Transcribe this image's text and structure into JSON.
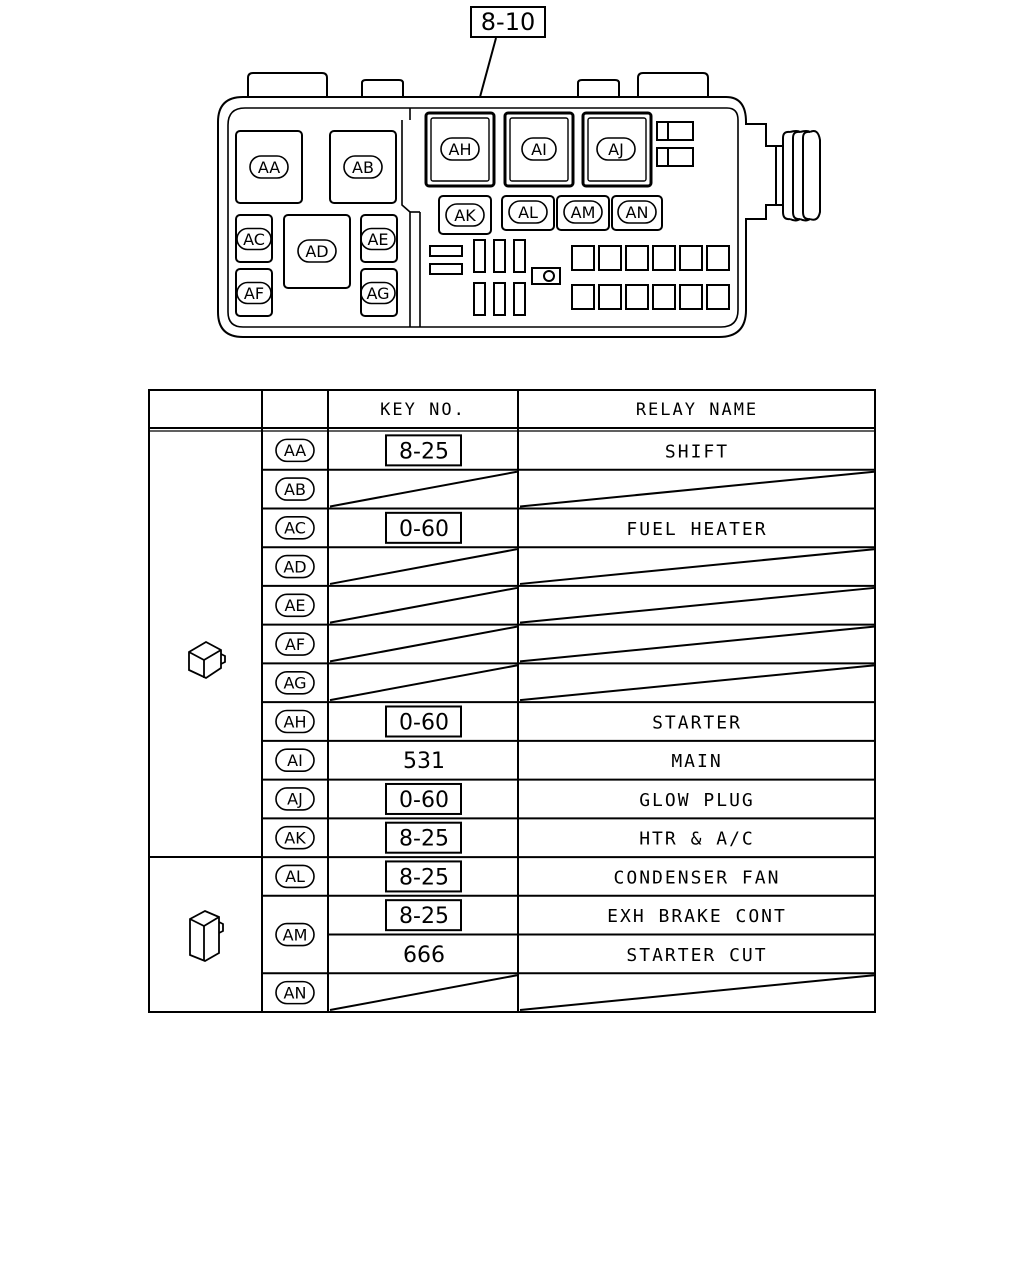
{
  "reference_label": "8-10",
  "fuse_box": {
    "large_relays": [
      "AA",
      "AB",
      "AD",
      "AH",
      "AI",
      "AJ"
    ],
    "small_relays": [
      "AC",
      "AE",
      "AF",
      "AG",
      "AK",
      "AL",
      "AM",
      "AN"
    ]
  },
  "table": {
    "headers": {
      "col1": "",
      "col2": "",
      "key_no": "KEY NO.",
      "relay_name": "RELAY NAME"
    },
    "groups": [
      {
        "icon": "large-relay-icon",
        "rows": [
          "AA",
          "AB",
          "AC",
          "AD",
          "AE",
          "AF",
          "AG",
          "AH",
          "AI",
          "AJ",
          "AK"
        ]
      },
      {
        "icon": "small-relay-icon",
        "rows": [
          "AL",
          "AM",
          "AN"
        ]
      }
    ],
    "rows": [
      {
        "code": "AA",
        "key": "8-25",
        "key_boxed": true,
        "name": "SHIFT"
      },
      {
        "code": "AB",
        "key": "",
        "key_boxed": false,
        "name": "",
        "empty": true
      },
      {
        "code": "AC",
        "key": "0-60",
        "key_boxed": true,
        "name": "FUEL HEATER"
      },
      {
        "code": "AD",
        "key": "",
        "key_boxed": false,
        "name": "",
        "empty": true
      },
      {
        "code": "AE",
        "key": "",
        "key_boxed": false,
        "name": "",
        "empty": true
      },
      {
        "code": "AF",
        "key": "",
        "key_boxed": false,
        "name": "",
        "empty": true
      },
      {
        "code": "AG",
        "key": "",
        "key_boxed": false,
        "name": "",
        "empty": true
      },
      {
        "code": "AH",
        "key": "0-60",
        "key_boxed": true,
        "name": "STARTER"
      },
      {
        "code": "AI",
        "key": "531",
        "key_boxed": false,
        "name": "MAIN"
      },
      {
        "code": "AJ",
        "key": "0-60",
        "key_boxed": true,
        "name": "GLOW PLUG"
      },
      {
        "code": "AK",
        "key": "8-25",
        "key_boxed": true,
        "name": "HTR & A/C"
      },
      {
        "code": "AL",
        "key": "8-25",
        "key_boxed": true,
        "name": "CONDENSER FAN"
      },
      {
        "code": "AM",
        "key": "8-25",
        "key_boxed": true,
        "name": "EXH BRAKE CONT"
      },
      {
        "code": "",
        "key": "666",
        "key_boxed": false,
        "name": "STARTER CUT"
      },
      {
        "code": "AN",
        "key": "",
        "key_boxed": false,
        "name": "",
        "empty": true
      }
    ]
  }
}
